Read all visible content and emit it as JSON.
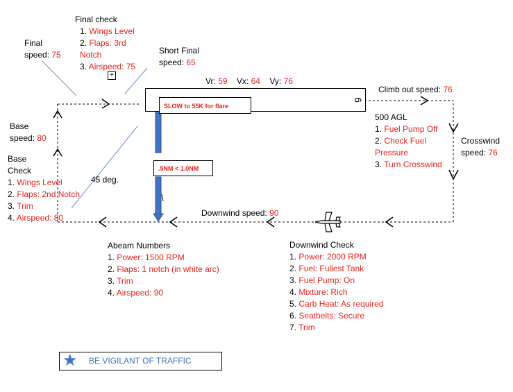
{
  "runway": {
    "speeds": [
      {
        "label": "Vr:",
        "value": "59"
      },
      {
        "label": "Vx:",
        "value": "64"
      },
      {
        "label": "Vy:",
        "value": "76"
      }
    ],
    "number": "6"
  },
  "flare_box": "SLOW to 55K for flare",
  "distance_box": ".5NM < 1.0NM",
  "angle_label": "45 deg.",
  "final_check": {
    "title": "Final check",
    "items": [
      {
        "num": "1.",
        "text": "Wings Level"
      },
      {
        "num": "2.",
        "text": "Flaps: 3rd Notch"
      },
      {
        "num": "3.",
        "text": "Airspeed: 75"
      }
    ]
  },
  "final_speed": {
    "line1": "Final",
    "line2": "speed:",
    "value": "75"
  },
  "short_final": {
    "line1": "Short Final",
    "line2": "speed:",
    "value": "65"
  },
  "climb_out": {
    "label": "Climb out speed:",
    "value": "76"
  },
  "agl500": {
    "title": "500 AGL",
    "items": [
      {
        "num": "1.",
        "text": "Fuel Pump Off"
      },
      {
        "num": "2.",
        "text": "Check Fuel"
      },
      {
        "num": "",
        "text": "Pressure"
      },
      {
        "num": "3.",
        "text": "Turn Crosswind"
      }
    ]
  },
  "crosswind": {
    "line1": "Crosswind",
    "line2": "speed:",
    "value": "76"
  },
  "downwind_speed": {
    "label": "Downwind speed:",
    "value": "90"
  },
  "base_speed": {
    "line1": "Base",
    "line2": "speed:",
    "value": "80"
  },
  "base_check": {
    "title1": "Base",
    "title2": "Check",
    "items": [
      {
        "num": "1.",
        "text": "Wings Level"
      },
      {
        "num": "2.",
        "text": "Flaps: 2nd Notch"
      },
      {
        "num": "3.",
        "text": "Trim"
      },
      {
        "num": "4.",
        "text": "Airspeed: 80"
      }
    ]
  },
  "abeam": {
    "title": "Abeam Numbers",
    "items": [
      {
        "num": "1.",
        "text": "Power: 1500 RPM"
      },
      {
        "num": "2.",
        "text": "Flaps: 1 notch (in white arc)"
      },
      {
        "num": "3.",
        "text": "Trim"
      },
      {
        "num": "4.",
        "text": "Airspeed: 90"
      }
    ]
  },
  "downwind_check": {
    "title": "Downwind Check",
    "items": [
      {
        "num": "1.",
        "text": "Power: 2000 RPM"
      },
      {
        "num": "2.",
        "text": "Fuel: Fullest Tank"
      },
      {
        "num": "3.",
        "text": "Fuel Pump: On"
      },
      {
        "num": "4.",
        "text": "Mixture: Rich"
      },
      {
        "num": "5.",
        "text": "Carb Heat: As required"
      },
      {
        "num": "6.",
        "text": "Seatbelts: Secure"
      },
      {
        "num": "7.",
        "text": "Trim"
      }
    ]
  },
  "vigilant": "BE VIGILANT OF TRAFFIC",
  "colors": {
    "accent_red": "#e8221c",
    "arrow_blue": "#4472c4",
    "guide_blue": "#6a8fd6"
  }
}
